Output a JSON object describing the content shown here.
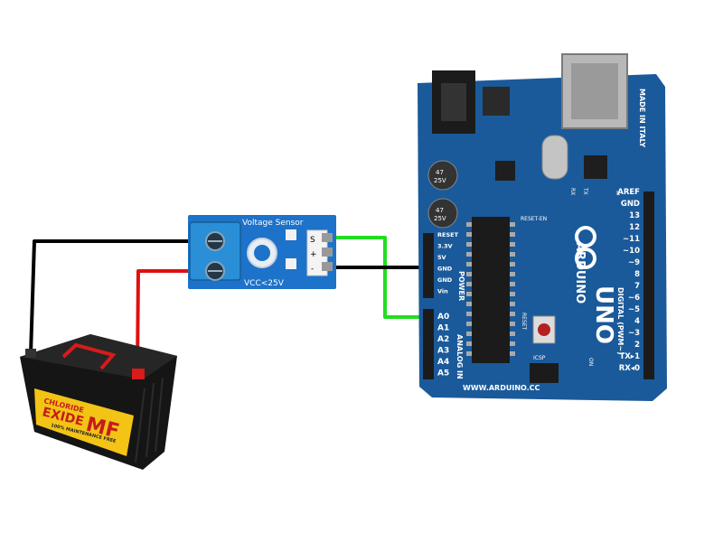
{
  "colors": {
    "wire_black": "#000000",
    "wire_red": "#e01010",
    "wire_green": "#22dd22",
    "sensor_blue": "#1d72c9",
    "terminal_blue": "#2a8fd6",
    "arduino_blue": "#1a5a9a",
    "battery_black": "#151515",
    "battery_red": "#d81b1b",
    "battery_yellow": "#f3c316"
  },
  "sensor": {
    "title": "Voltage Sensor",
    "rating": "VCC<25V",
    "pins": [
      "S",
      "+",
      "-"
    ]
  },
  "battery": {
    "brand_top": "CHLORIDE",
    "brand_main": "EXIDE",
    "model": "MF",
    "tagline": "100% MAINTENANCE FREE"
  },
  "arduino": {
    "model": "UNO",
    "brand": "ARDUINO",
    "made_in": "MADE IN ITALY",
    "website": "WWW.ARDUINO.CC",
    "power_header_label": "POWER",
    "analog_header_label": "ANALOG IN",
    "digital_header_label": "DIGITAL (PWM~)",
    "power_pins": [
      "RESET",
      "3.3V",
      "5V",
      "GND",
      "GND",
      "Vin"
    ],
    "analog_pins": [
      "A0",
      "A1",
      "A2",
      "A3",
      "A4",
      "A5"
    ],
    "digital_pins": [
      "AREF",
      "GND",
      "13",
      "12",
      "~11",
      "~10",
      "~9",
      "8",
      "7",
      "~6",
      "~5",
      "4",
      "~3",
      "2",
      "TX▸1",
      "RX◂0"
    ],
    "labels": {
      "reset": "RESET",
      "reset_en": "RESET-EN",
      "icsp": "ICSP",
      "on": "ON",
      "l": "L",
      "tx": "TX",
      "rx": "RX",
      "cap1": "47\n25V",
      "cap2": "47\n25V"
    }
  }
}
